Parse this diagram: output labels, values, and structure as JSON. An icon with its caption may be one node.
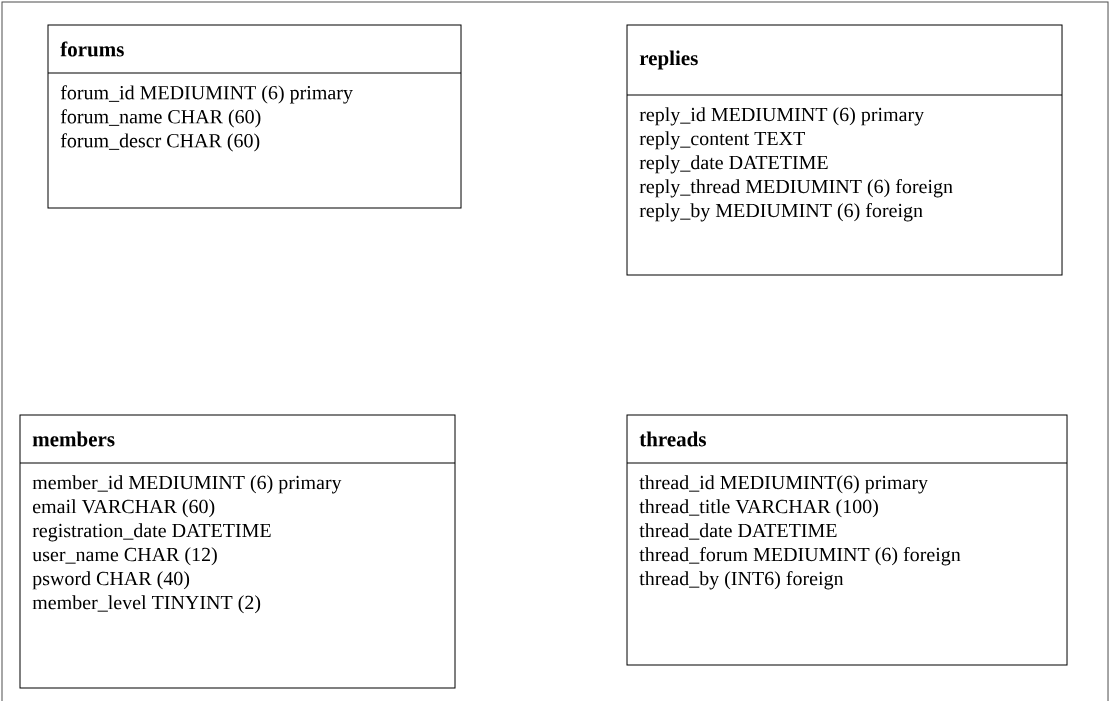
{
  "diagram": {
    "nodes": [
      {
        "text": [
          "forums",
          "forum_id MEDIUMINT (6) primary",
          "forum_name CHAR (60)",
          "forum_descr CHAR (60)"
        ]
      },
      {
        "text": [
          "replies",
          "reply_id MEDIUMINT (6) primary",
          "reply_content TEXT",
          "reply_date DATETIME",
          "reply_thread MEDIUMINT (6) foreign",
          "reply_by MEDIUMINT (6) foreign"
        ]
      },
      {
        "text": [
          "members",
          "member_id MEDIUMINT (6) primary",
          "email VARCHAR (60)",
          "registration_date DATETIME",
          "user_name CHAR (12)",
          "psword CHAR (40)",
          "member_level TINYINT (2)"
        ]
      },
      {
        "text": [
          "threads",
          "thread_id MEDIUMINT(6) primary",
          "thread_title VARCHAR (100)",
          "thread_date DATETIME",
          "thread_forum MEDIUMINT (6) foreign",
          "thread_by (INT6) foreign"
        ]
      }
    ]
  }
}
